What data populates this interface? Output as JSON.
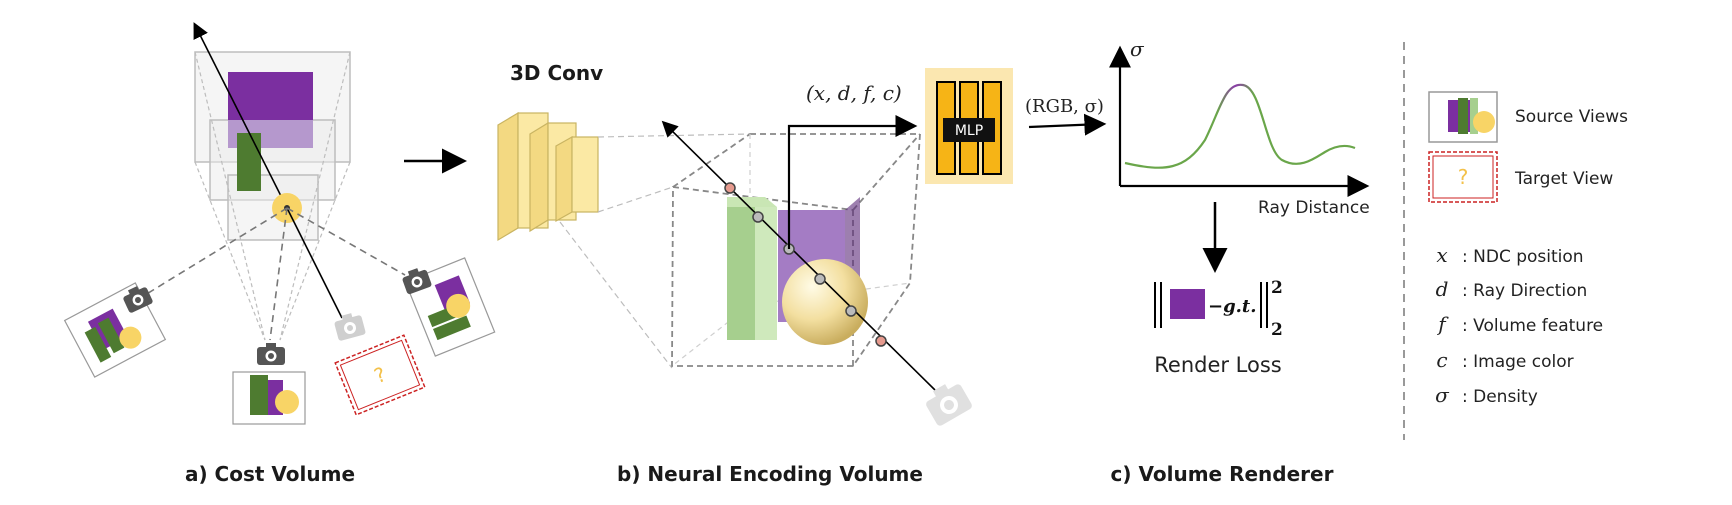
{
  "captions": {
    "a": "a) Cost Volume",
    "b": "b) Neural Encoding Volume",
    "c": "c) Volume Renderer"
  },
  "labels": {
    "conv": "3D Conv",
    "mlp_input": "(x, d, f, c)",
    "mlp": "MLP",
    "mlp_output": "(RGB, σ)",
    "sigma_axis": "σ",
    "ray_distance": "Ray Distance",
    "render_loss": "Render Loss",
    "loss_gt": "−g.t.",
    "loss_sup": "2",
    "loss_sub": "2",
    "target_mark": "?"
  },
  "legend": {
    "source_views": "Source Views",
    "target_view": "Target View",
    "items": [
      {
        "symbol": "x",
        "text": ": NDC position"
      },
      {
        "symbol": "d",
        "text": ": Ray Direction"
      },
      {
        "symbol": "f",
        "text": ": Volume feature"
      },
      {
        "symbol": "c",
        "text": ": Image color"
      },
      {
        "symbol": "σ",
        "text": ": Density"
      }
    ]
  },
  "colors": {
    "purple": "#7b2fa0",
    "purple_light": "#a47cc4",
    "green": "#4e7b30",
    "green_light": "#a6cf8e",
    "yellow": "#f8d466",
    "conv_yellow": "#fbe9a4",
    "mlp_bg": "#fbe7b0",
    "mlp_bar": "#f6b416",
    "red_dashed": "#cc2222",
    "camera": "#555555",
    "camera_faded": "#cccccc"
  }
}
